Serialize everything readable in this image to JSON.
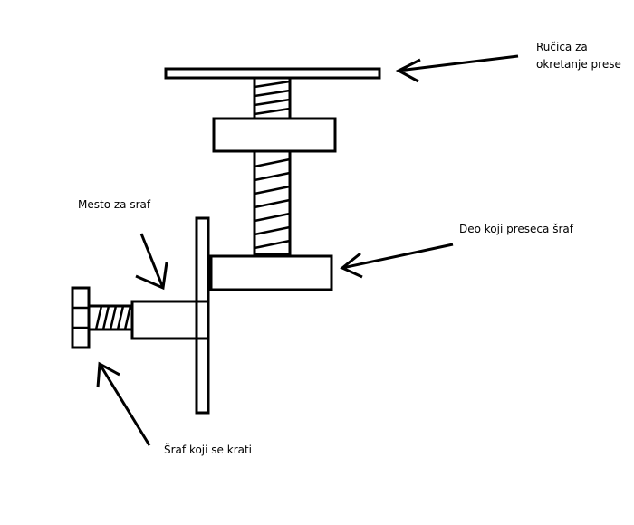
{
  "labels": {
    "handle_line1": "Ručica za",
    "handle_line2": "okretanje prese",
    "screw_place": "Mesto za sraf",
    "cutting_part": "Deo koji preseca šraf",
    "screw_shortened": "Šraf koji se krati"
  },
  "colors": {
    "ink": "#000000",
    "background": "#ffffff"
  }
}
